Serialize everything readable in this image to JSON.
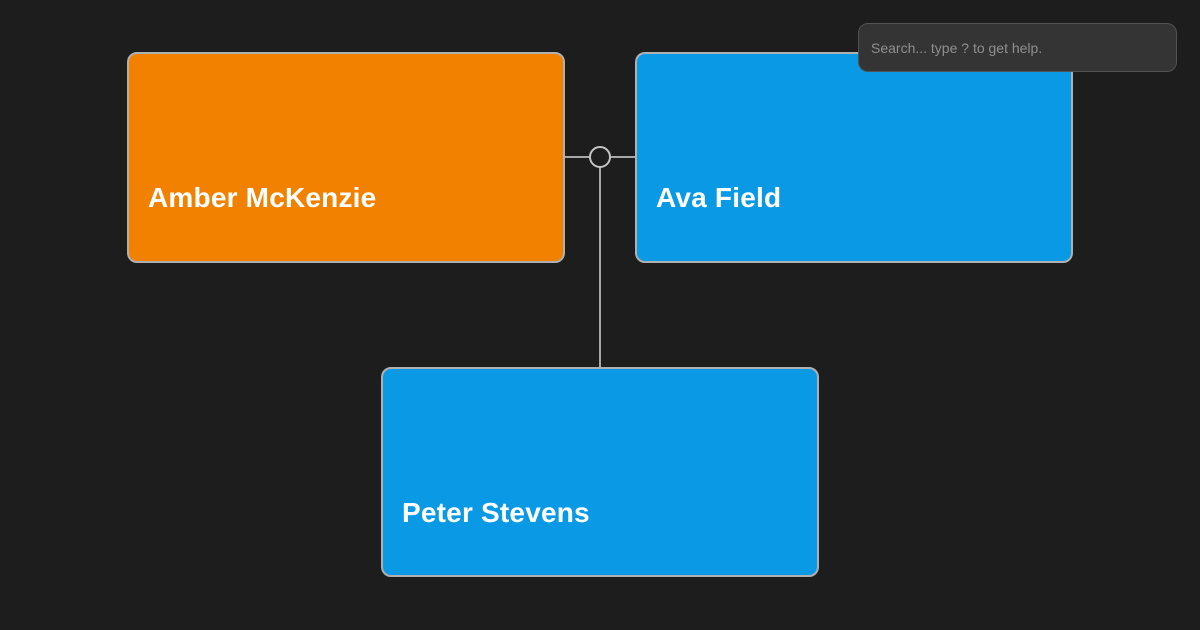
{
  "app": {
    "background_color": "#1e1d1d"
  },
  "search": {
    "placeholder": "Search... type ? to get help."
  },
  "tree": {
    "nodes": [
      {
        "id": "amber-mckenzie",
        "name": "Amber McKenzie",
        "color": "#f28100",
        "text_color": "#ffffff"
      },
      {
        "id": "ava-field",
        "name": "Ava Field",
        "color": "#0999e5",
        "text_color": "#ffffff"
      },
      {
        "id": "peter-stevens",
        "name": "Peter Stevens",
        "color": "#0999e5",
        "text_color": "#ffffff"
      }
    ],
    "connector": {
      "stroke_color": "#a8a8a8",
      "node_border_color": "#b0b0b0",
      "union_circle_color": "#c4c4c4"
    }
  }
}
